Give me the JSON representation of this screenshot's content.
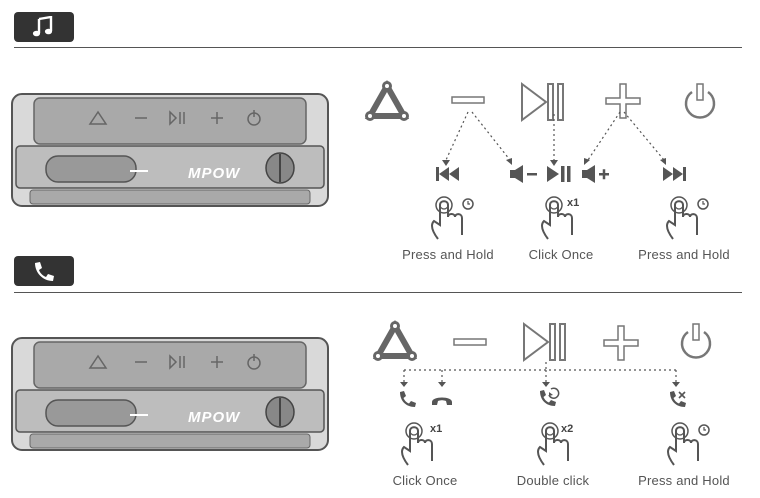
{
  "sections": {
    "music": {
      "badge_icon": "music-note-icon",
      "speaker_brand": "MPOW",
      "button_icons": [
        "bluetooth-triangle-icon",
        "minus-icon",
        "play-pause-icon",
        "plus-icon",
        "power-icon"
      ],
      "function_icons": [
        "previous-track-icon",
        "volume-down-icon",
        "play-pause-icon",
        "volume-up-icon",
        "next-track-icon"
      ],
      "gestures": [
        {
          "label": "Press and Hold",
          "modifier": "clock-icon"
        },
        {
          "label": "Click Once",
          "modifier": "x1"
        },
        {
          "label": "Press and Hold",
          "modifier": "clock-icon"
        }
      ]
    },
    "call": {
      "badge_icon": "phone-icon",
      "speaker_brand": "MPOW",
      "button_icons": [
        "bluetooth-triangle-icon",
        "minus-icon",
        "play-pause-icon",
        "plus-icon",
        "power-icon"
      ],
      "function_icons": [
        "answer-call-icon",
        "hang-up-icon",
        "redial-icon",
        "reject-call-icon"
      ],
      "gestures": [
        {
          "label": "Click Once",
          "modifier": "x1"
        },
        {
          "label": "Double click",
          "modifier": "x2"
        },
        {
          "label": "Press and Hold",
          "modifier": "clock-icon"
        }
      ]
    }
  }
}
